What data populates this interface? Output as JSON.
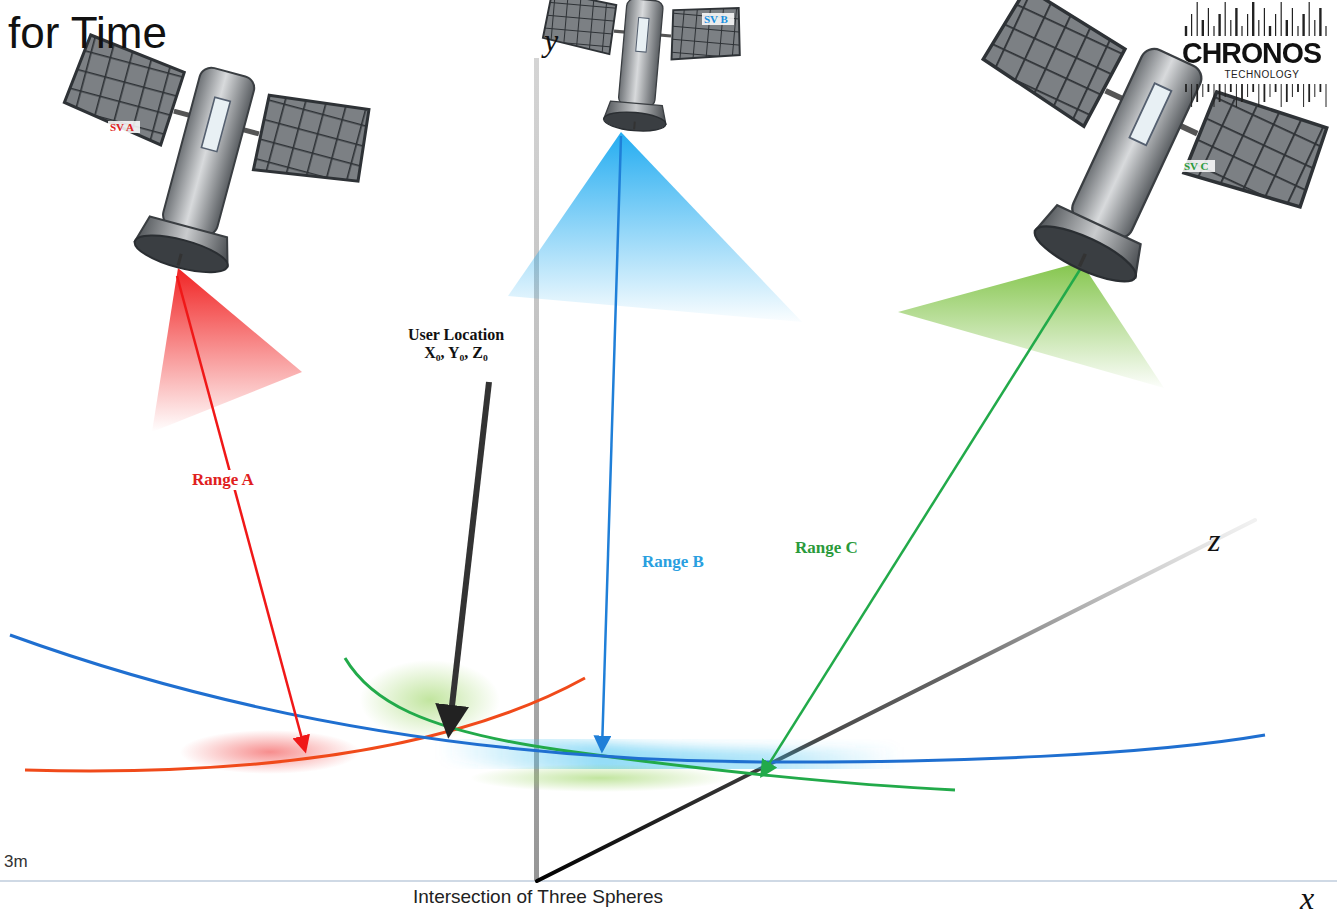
{
  "diagram": {
    "title": "for Time",
    "caption": "Intersection of Three Spheres",
    "nodes": [
      {
        "text": [
          "SV A"
        ]
      },
      {
        "text": [
          "SV B"
        ]
      },
      {
        "text": [
          "SV C"
        ]
      }
    ],
    "labels": [
      "User Location X₀, Y₀, Z₀",
      "Range A",
      "Range B",
      "Range C",
      "y",
      "z",
      "x",
      "CHRONOS",
      "TECHNOLOGY",
      "3m"
    ]
  }
}
